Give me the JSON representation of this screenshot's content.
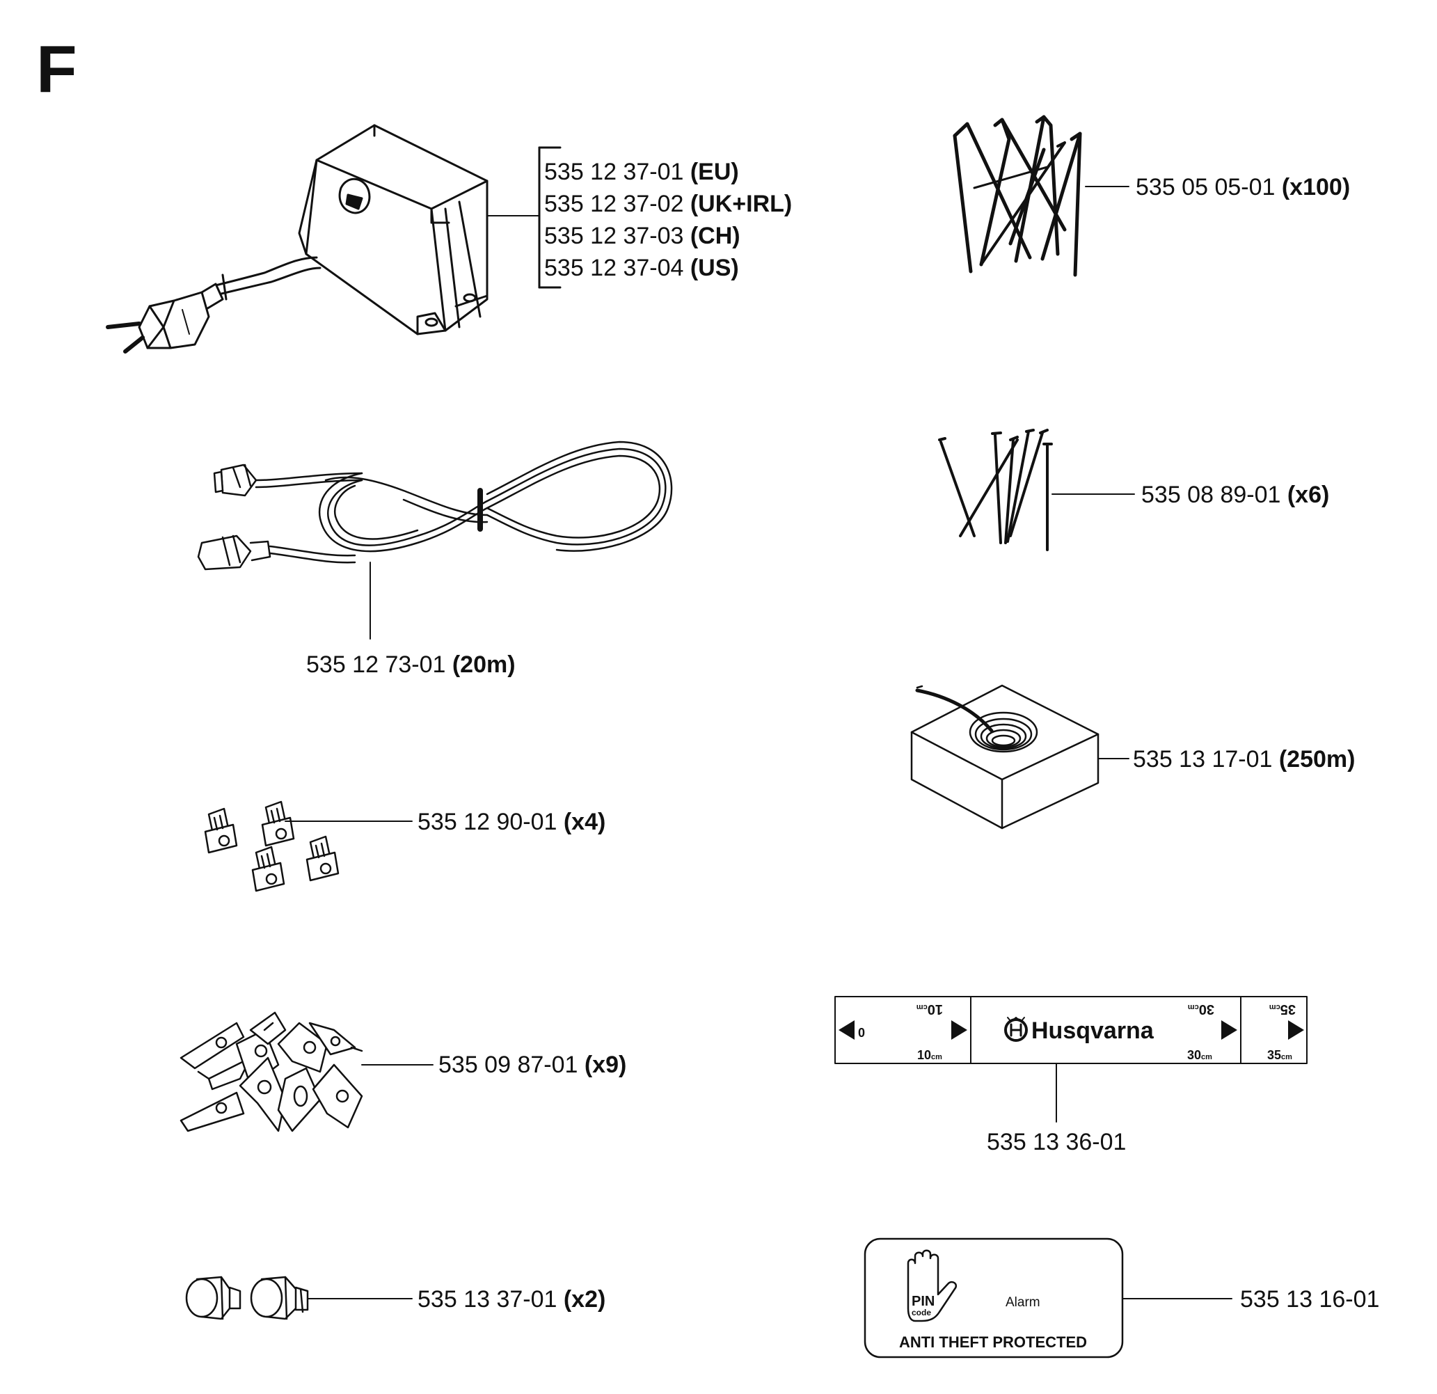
{
  "section_letter": "F",
  "parts": {
    "transformer": {
      "icon": "transformer-icon",
      "variants": [
        {
          "number": "535 12 37-01",
          "qualifier": "(EU)"
        },
        {
          "number": "535 12 37-02",
          "qualifier": "(UK+IRL)"
        },
        {
          "number": "535 12 37-03",
          "qualifier": "(CH)"
        },
        {
          "number": "535 12 37-04",
          "qualifier": "(US)"
        }
      ]
    },
    "cable": {
      "icon": "low-voltage-cable-icon",
      "number": "535 12 73-01",
      "qualifier": "(20m)"
    },
    "couplers": {
      "icon": "coupler-icon",
      "number": "535 12 90-01",
      "qualifier": "(x4)"
    },
    "blades": {
      "icon": "blade-icon",
      "number": "535 09 87-01",
      "qualifier": "(x9)"
    },
    "connectors": {
      "icon": "connector-icon",
      "number": "535 13 37-01",
      "qualifier": "(x2)"
    },
    "pegs": {
      "icon": "peg-icon",
      "number": "535 05 05-01",
      "qualifier": "(x100)"
    },
    "stakes": {
      "icon": "stake-icon",
      "number": "535 08 89-01",
      "qualifier": "(x6)"
    },
    "wire_reel": {
      "icon": "wire-reel-icon",
      "number": "535 13 17-01",
      "qualifier": "(250m)"
    },
    "gauge": {
      "icon": "gauge-ruler-icon",
      "number": "535 13 36-01",
      "brand": "Husqvarna",
      "marks_top": [
        "10",
        "30",
        "35"
      ],
      "marks_bottom": [
        "10",
        "30",
        "35"
      ],
      "zero": "0",
      "unit": "cm"
    },
    "decal": {
      "icon": "hand-icon",
      "number": "535 13 16-01",
      "pin": "PIN",
      "code": "code",
      "alarm": "Alarm",
      "caption": "ANTI THEFT PROTECTED"
    }
  }
}
